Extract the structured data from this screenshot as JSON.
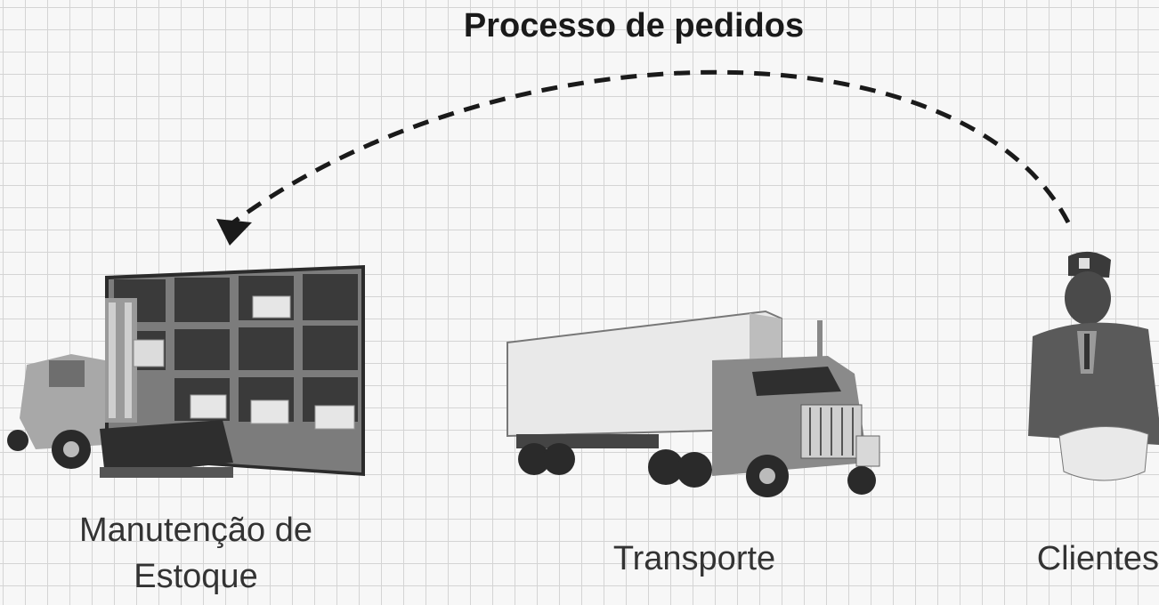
{
  "title": "Processo de pedidos",
  "nodes": {
    "warehouse": {
      "label_line1": "Manutenção de",
      "label_line2": "Estoque",
      "icon": "warehouse-forklift-icon"
    },
    "transport": {
      "label": "Transporte",
      "icon": "truck-icon"
    },
    "customer": {
      "label": "Clientes",
      "icon": "customer-person-icon"
    }
  },
  "arrow": {
    "from": "customer",
    "to": "warehouse",
    "style": "dashed"
  }
}
